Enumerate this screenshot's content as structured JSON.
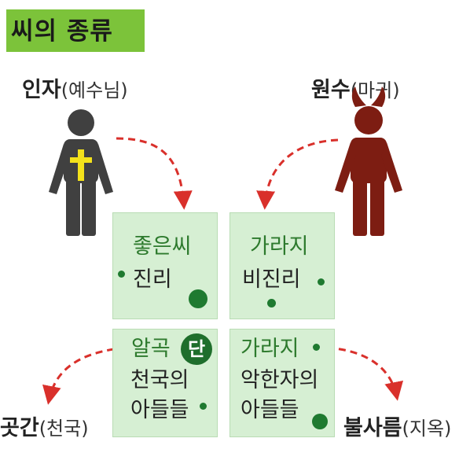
{
  "title": "씨의 종류",
  "left_figure": {
    "name": "인자",
    "paren": "(예수님)"
  },
  "right_figure": {
    "name": "원수",
    "paren": "(마귀)"
  },
  "boxes": {
    "top_left": {
      "line1": "좋은씨",
      "line2": "진리"
    },
    "top_right": {
      "line1": "가라지",
      "line2": "비진리"
    },
    "bottom_left": {
      "line1": "알곡",
      "badge": "단",
      "line2": "천국의",
      "line3": "아들들"
    },
    "bottom_right": {
      "line1": "가라지",
      "line2": "악한자의",
      "line3": "아들들"
    }
  },
  "destinations": {
    "left": {
      "name": "곳간",
      "paren": "(천국)"
    },
    "right": {
      "name": "불사름",
      "paren": "(지옥)"
    }
  },
  "colors": {
    "title_bg": "#7cc33a",
    "box_bg": "#d6efd3",
    "dot": "#1f7a30",
    "human_figure": "#404040",
    "cross": "#f4e21b",
    "devil_figure": "#7d1d12",
    "arrow": "#d9302b"
  },
  "icons": [
    "human-figure-icon",
    "cross-icon",
    "devil-figure-icon",
    "dashed-arrow-icon"
  ]
}
